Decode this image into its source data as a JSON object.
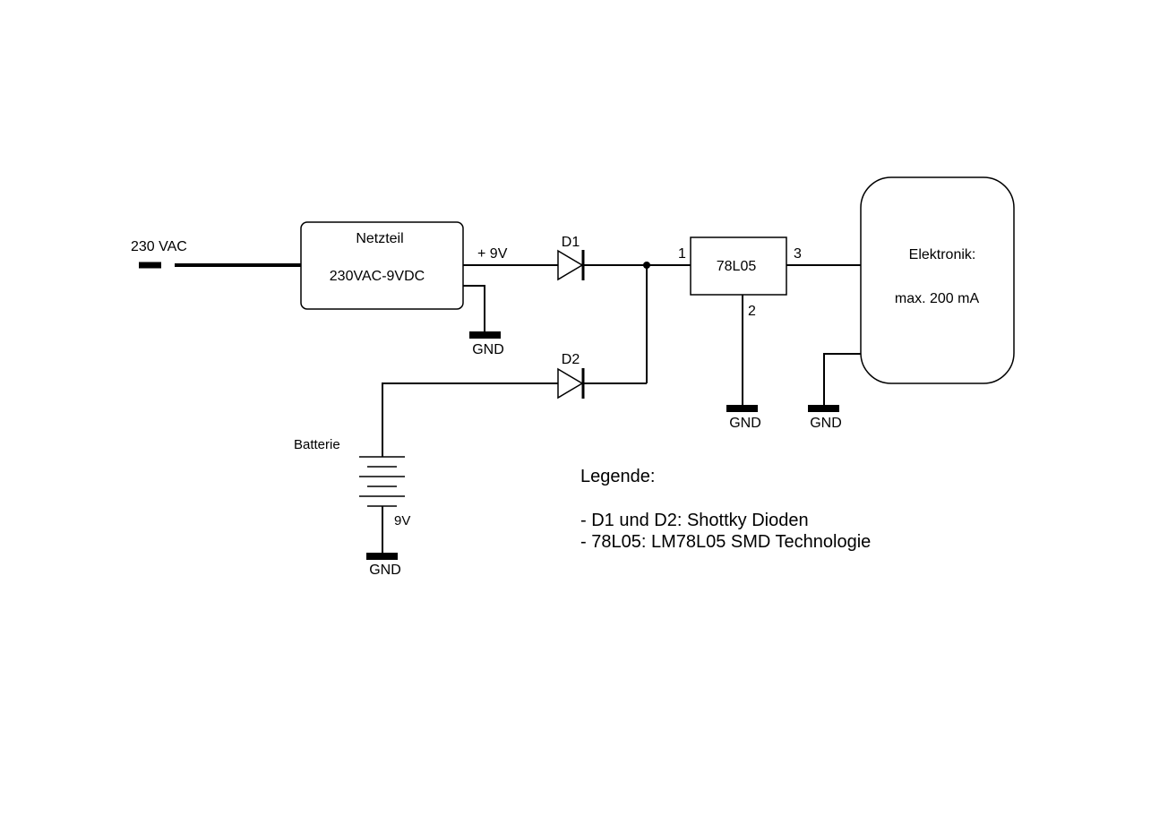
{
  "input": {
    "label": "230 VAC"
  },
  "power_supply": {
    "title": "Netzteil",
    "spec": "230VAC-9VDC",
    "output_label": "+ 9V"
  },
  "diode_d1": {
    "label": "D1"
  },
  "diode_d2": {
    "label": "D2"
  },
  "regulator": {
    "name": "78L05",
    "pin1": "1",
    "pin2": "2",
    "pin3": "3"
  },
  "load": {
    "title": "Elektronik:",
    "current": "max. 200 mA"
  },
  "battery": {
    "label": "Batterie",
    "voltage": "9V"
  },
  "ground": {
    "label": "GND"
  },
  "legend": {
    "heading": "Legende:",
    "items": [
      "- D1 und D2: Shottky Dioden",
      "- 78L05: LM78L05 SMD Technologie"
    ]
  }
}
